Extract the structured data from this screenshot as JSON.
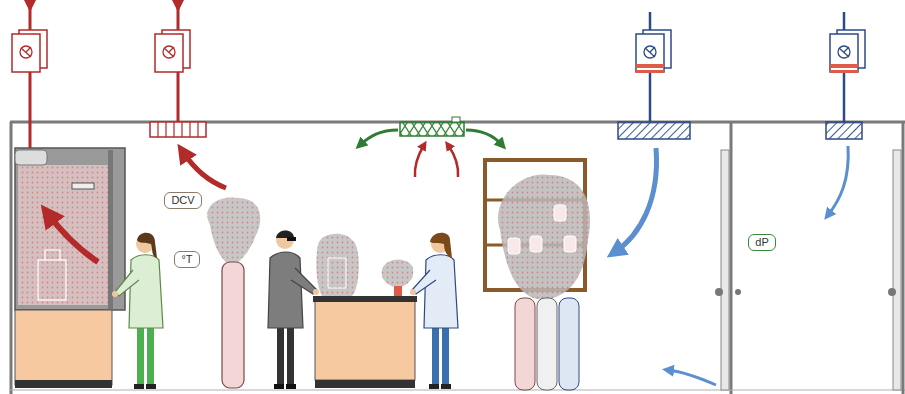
{
  "diagram": {
    "nodes": [
      {
        "text": [
          "DCV"
        ]
      },
      {
        "text": [
          "°T"
        ]
      },
      {
        "text": [
          "dP"
        ]
      }
    ]
  }
}
